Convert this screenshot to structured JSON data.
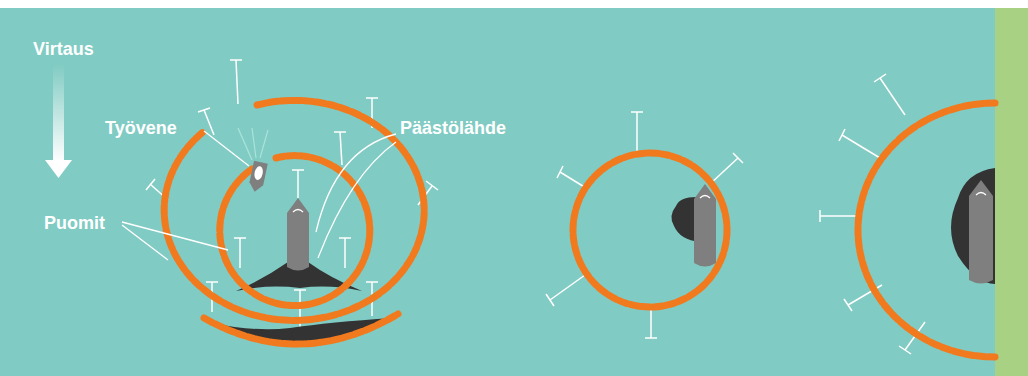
{
  "diagram": {
    "labels": [
      "Virtaus",
      "Työvene",
      "Päästölähde",
      "Puomit"
    ]
  }
}
